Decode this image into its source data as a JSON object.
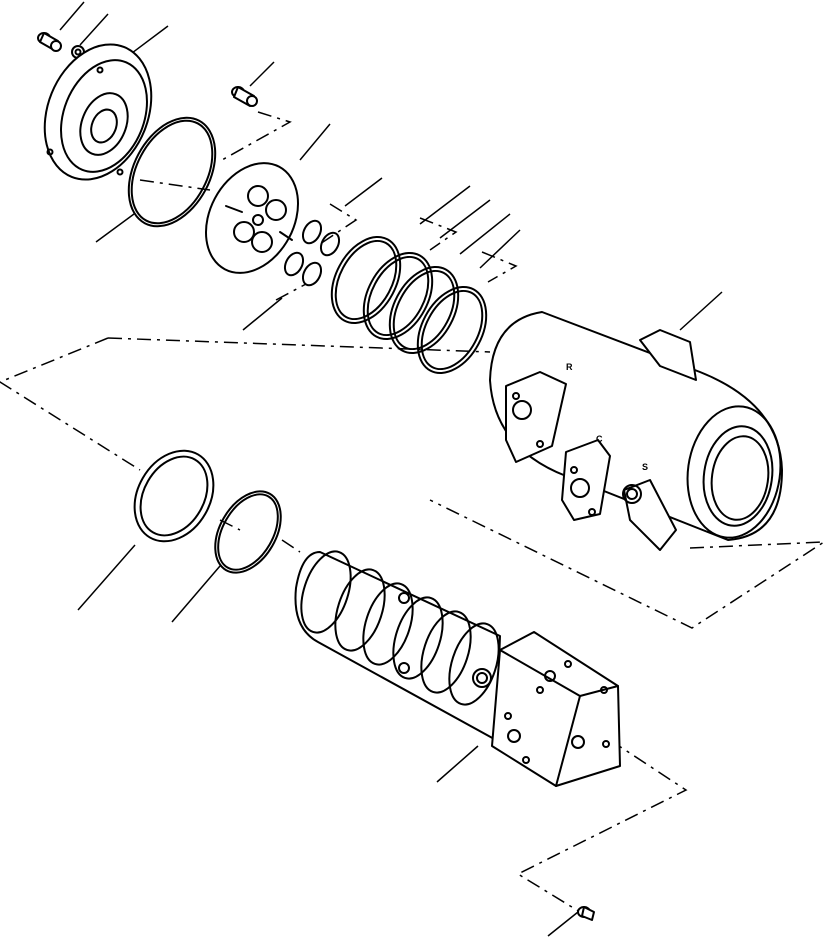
{
  "diagram": {
    "port_labels": [
      "R",
      "C",
      "S"
    ]
  }
}
